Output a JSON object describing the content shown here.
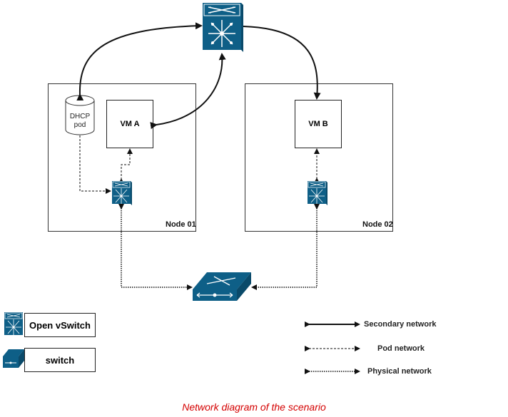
{
  "nodes": {
    "node1": {
      "label": "Node 01"
    },
    "node2": {
      "label": "Node 02"
    }
  },
  "vms": {
    "vm_a": {
      "label": "VM A"
    },
    "vm_b": {
      "label": "VM B"
    }
  },
  "dhcp": {
    "line1": "DHCP",
    "line2": "pod"
  },
  "legend": {
    "ovs_label": "Open vSwitch",
    "switch_label": "switch",
    "secondary": "Secondary network",
    "pod": "Pod network",
    "physical": "Physical network"
  },
  "caption": "Network diagram of the scenario",
  "colors": {
    "device": "#0e5f87",
    "caption": "#d40000"
  }
}
